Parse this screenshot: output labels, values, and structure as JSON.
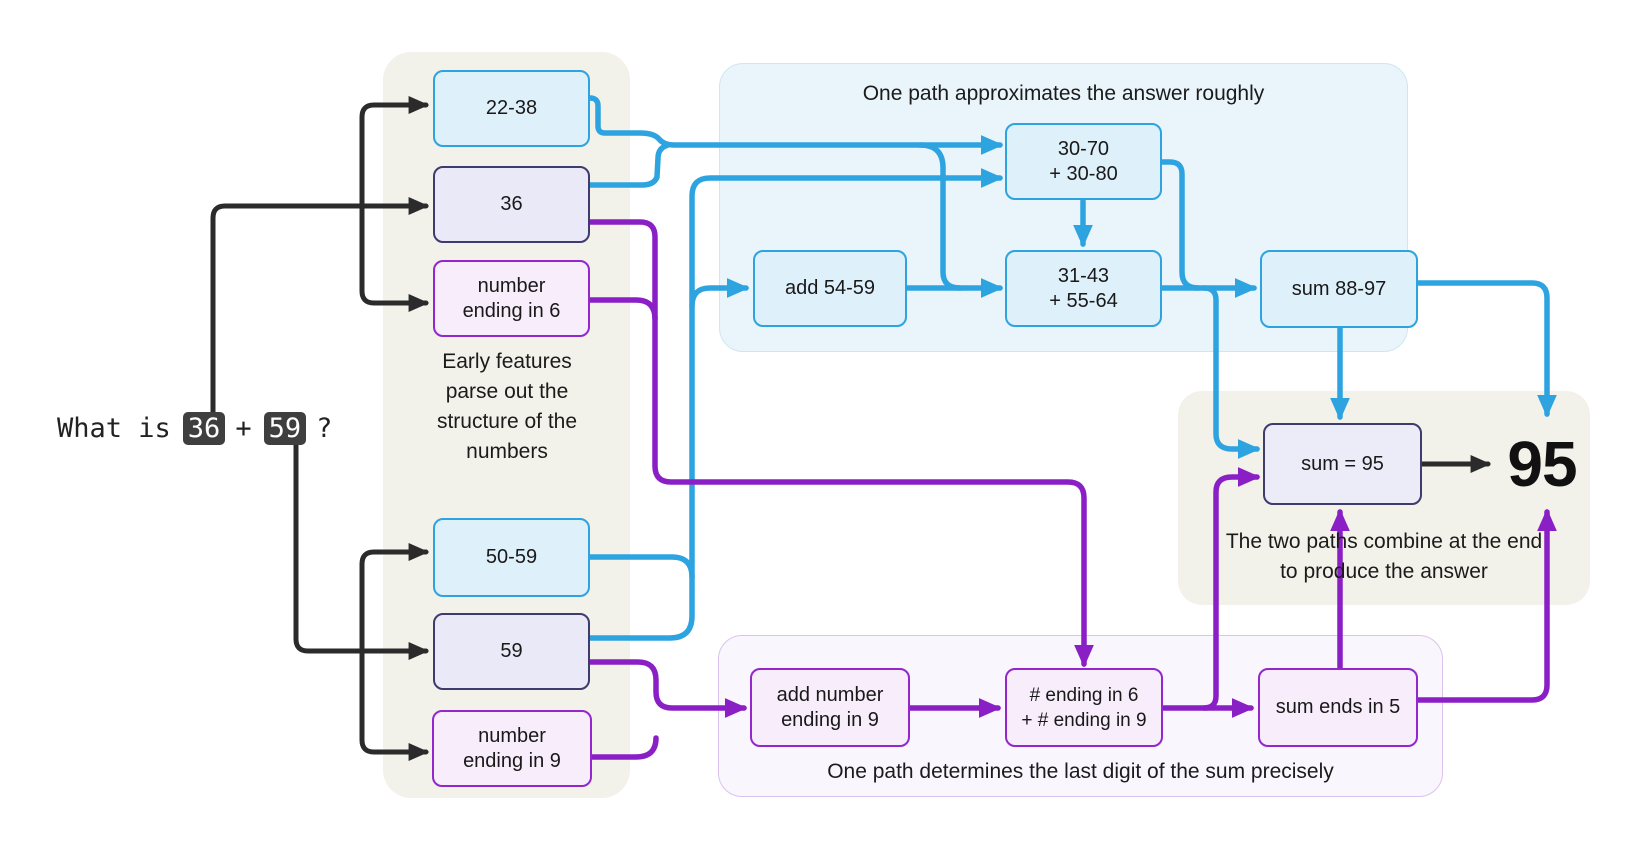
{
  "question": {
    "prefix": "What is",
    "operand1": "36",
    "operator": "+",
    "operand2": "59",
    "suffix": "?"
  },
  "answer": "95",
  "panels": {
    "early": {
      "caption": "Early features\nparse out the\nstructure of the\nnumbers"
    },
    "approx": {
      "title": "One path approximates the answer roughly"
    },
    "precise": {
      "caption": "One path determines the last digit of the sum precisely"
    },
    "combine": {
      "caption": "The two paths combine at the end\nto produce the answer"
    }
  },
  "nodes": {
    "range_22_38": "22-38",
    "exact_36": "36",
    "ending_6": "number\nending in 6",
    "range_50_59": "50-59",
    "exact_59": "59",
    "ending_9": "number\nending in 9",
    "approx_sum_input": "30-70\n+ 30-80",
    "add_54_59": "add 54-59",
    "approx_sum_mid": "31-43\n+ 55-64",
    "sum_88_97": "sum 88-97",
    "sum_95": "sum = 95",
    "add_ending_9": "add number\nending in 9",
    "lookup_6_9": "# ending in 6\n+ # ending in 9",
    "sum_ends_5": "sum ends in 5"
  },
  "colors": {
    "path_approx_blue": "#2da3e0",
    "path_precise_purple": "#8b1fc6",
    "wire_black": "#2b2b2b",
    "node_blue_fill": "#def0fa",
    "node_lavender_fill": "#eae9f7",
    "node_purple_fill": "#f7edfb",
    "node_navy_border": "#3e3b6e",
    "panel_gray": "#f2f1ea",
    "panel_blue": "#e9f4fb",
    "panel_purple": "#faf6fd",
    "token_bg": "#3f3f3f"
  }
}
